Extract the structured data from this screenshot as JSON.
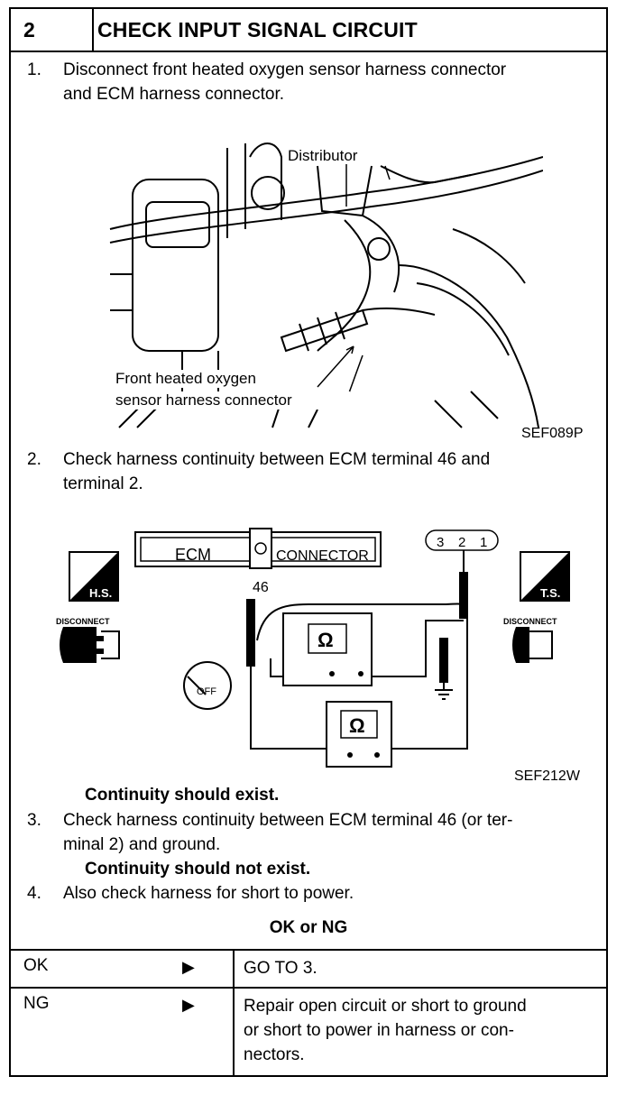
{
  "header": {
    "number": "2",
    "title": "CHECK INPUT SIGNAL CIRCUIT"
  },
  "steps": [
    {
      "num": "1.",
      "lines": [
        "Disconnect front heated oxygen sensor harness connector",
        "and ECM harness connector."
      ]
    },
    {
      "num": "2.",
      "lines": [
        "Check harness continuity between ECM terminal 46 and",
        "terminal 2."
      ]
    },
    {
      "num": "3.",
      "lines": [
        "Check harness continuity between ECM terminal 46 (or ter-",
        "minal 2) and ground."
      ]
    },
    {
      "num": "4.",
      "lines": [
        "Also check harness for short to power."
      ]
    }
  ],
  "figure1": {
    "label_distributor": "Distributor",
    "label_connector_1": "Front heated oxygen",
    "label_connector_2": "sensor harness connector",
    "code": "SEF089P"
  },
  "figure2": {
    "ecm_label": "ECM",
    "connector_label": "CONNECTOR",
    "terminal_46": "46",
    "pins": [
      "3",
      "2",
      "1"
    ],
    "hs_label": "H.S.",
    "ts_label": "T.S.",
    "disconnect_left": "DISCONNECT",
    "disconnect_right": "DISCONNECT",
    "ohm_symbol": "Ω",
    "ignition_label": "OFF",
    "code": "SEF212W"
  },
  "notes": {
    "continuity_exist": "Continuity should exist.",
    "continuity_not_exist": "Continuity should not exist."
  },
  "result": {
    "title": "OK or NG",
    "rows": [
      {
        "status": "OK",
        "arrow": "▶",
        "action_lines": [
          "GO TO 3."
        ]
      },
      {
        "status": "NG",
        "arrow": "▶",
        "action_lines": [
          "Repair open circuit or short to ground",
          "or short to power in harness or con-",
          "nectors."
        ]
      }
    ]
  }
}
